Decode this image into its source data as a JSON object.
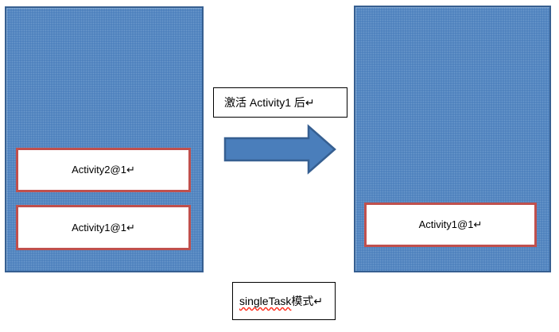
{
  "colors": {
    "stack_fill": "#4a7ebb",
    "stack_border": "#365f91",
    "activity_border": "#c0504d",
    "arrow_fill": "#4a7ebb",
    "arrow_border": "#365f91",
    "spellcheck_underline": "#ff2a1a",
    "text": "#000000"
  },
  "left_stack": {
    "activities": [
      {
        "label": "Activity2@1↵"
      },
      {
        "label": "Activity1@1↵"
      }
    ]
  },
  "right_stack": {
    "activities": [
      {
        "label": "Activity1@1↵"
      }
    ]
  },
  "transition_label": "激活 Activity1 后↵",
  "caption": {
    "keyword": "singleTask",
    "suffix": " 模式↵"
  }
}
